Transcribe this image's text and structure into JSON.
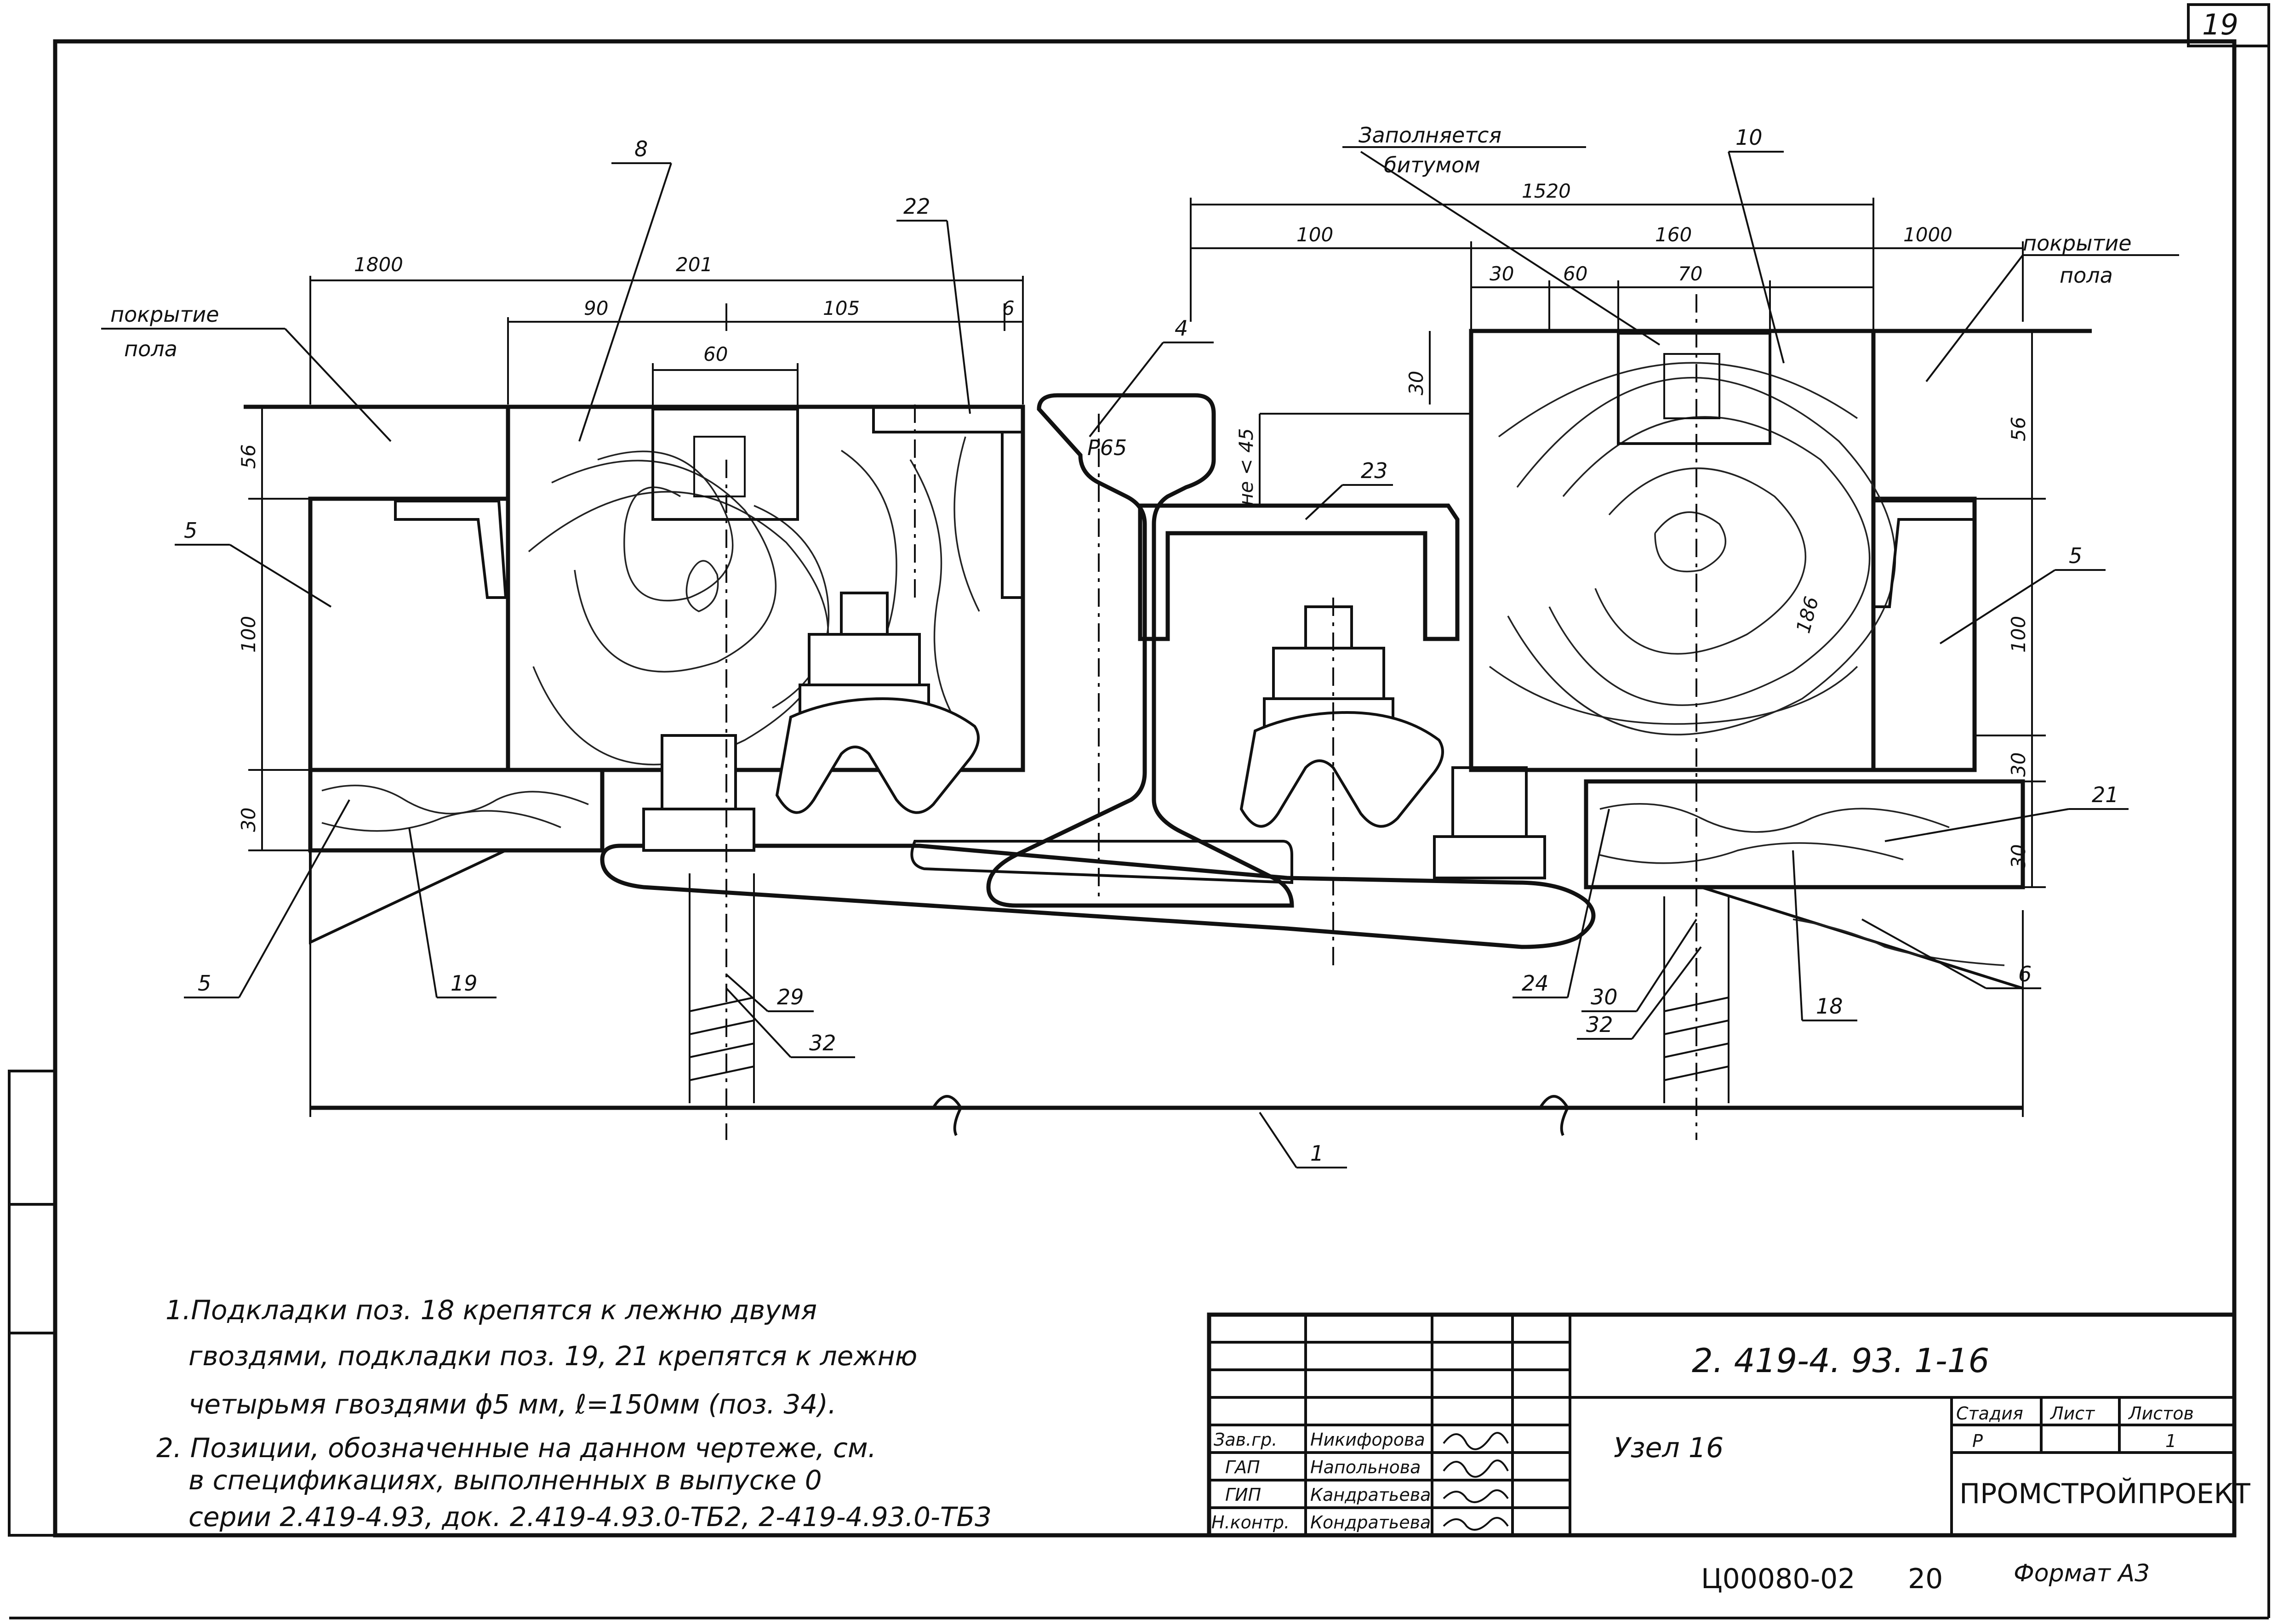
{
  "sheet_number": "19",
  "drawing": {
    "rail_label": "Р65",
    "callout_fill_text_line1": "Заполняется",
    "callout_fill_text_line2": "битумом",
    "floor_left_line1": "покрытие",
    "floor_left_line2": "пола",
    "floor_right_line1": "покрытие",
    "floor_right_line2": "пола",
    "not_less": "не < 45",
    "positions": {
      "p1": "1",
      "p4": "4",
      "p5a": "5",
      "p5b": "5",
      "p5c": "5",
      "p6": "6",
      "p8": "8",
      "p10": "10",
      "p18": "18",
      "p19": "19",
      "p21": "21",
      "p22": "22",
      "p23": "23",
      "p24": "24",
      "p29": "29",
      "p30": "30",
      "p32a": "32",
      "p32b": "32"
    },
    "dimensions": {
      "d1800": "1800",
      "d201": "201",
      "d90": "90",
      "d105": "105",
      "d6": "6",
      "d60l": "60",
      "d1520": "1520",
      "d100top": "100",
      "d160": "160",
      "d1000": "1000",
      "d30top": "30",
      "d60r": "60",
      "d70": "70",
      "d56l": "56",
      "d100l": "100",
      "d30l": "30",
      "d30r": "30",
      "d56r": "56",
      "d100r": "100",
      "d30r2": "30",
      "d30r3": "30",
      "d186": "186"
    }
  },
  "notes": [
    "1.Подкладки поз. 18 крепятся к лежню двумя",
    "гвоздями, подкладки поз. 19, 21 крепятся к лежню",
    "четырьмя гвоздями ϕ5 мм, ℓ=150мм (поз. 34).",
    "2. Позиции, обозначенные на данном чертеже, см.",
    "в спецификациях, выполненных в выпуске 0",
    "серии 2.419-4.93, док. 2.419-4.93.0-ТБ2, 2-419-4.93.0-ТБ3"
  ],
  "title_block": {
    "doc_code": "2. 419-4. 93. 1-16",
    "node_title": "Узел 16",
    "stage_hdr": "Стадия",
    "sheet_hdr": "Лист",
    "sheets_hdr": "Листов",
    "stage_val": "Р",
    "sheets_val": "1",
    "org": "ПРОМСТРОЙПРОЕКТ",
    "roles": [
      {
        "role": "Зав.гр.",
        "name": "Никифорова"
      },
      {
        "role": "ГАП",
        "name": "Напольнова"
      },
      {
        "role": "ГИП",
        "name": "Кандратьева"
      },
      {
        "role": "Н.контр.",
        "name": "Кондратьева"
      }
    ]
  },
  "bottom": {
    "inventory": "Ц00080-02",
    "page": "20",
    "format": "Формат А3"
  }
}
